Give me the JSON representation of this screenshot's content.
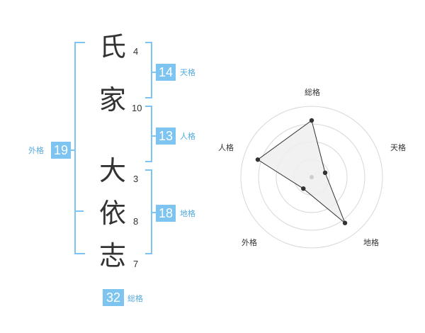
{
  "name": {
    "characters": [
      {
        "char": "氏",
        "strokes": "4"
      },
      {
        "char": "家",
        "strokes": "10"
      },
      {
        "char": "大",
        "strokes": "3"
      },
      {
        "char": "依",
        "strokes": "8"
      },
      {
        "char": "志",
        "strokes": "7"
      }
    ]
  },
  "fortunes": {
    "tenkaku": {
      "label": "天格",
      "value": "14"
    },
    "jinkaku": {
      "label": "人格",
      "value": "13"
    },
    "chikaku": {
      "label": "地格",
      "value": "18"
    },
    "gaikaku": {
      "label": "外格",
      "value": "19"
    },
    "soukaku": {
      "label": "総格",
      "value": "32"
    }
  },
  "radar": {
    "axes": [
      "総格",
      "天格",
      "地格",
      "外格",
      "人格"
    ],
    "levels": 4,
    "scores": [
      4,
      1,
      4,
      1,
      4
    ],
    "max": 5,
    "colors": {
      "grid": "#d8d8d8",
      "fill": "#eeeeee",
      "line": "#333333",
      "point": "#333333",
      "center": "#cccccc"
    }
  },
  "colors": {
    "bracket": "#7dc4f0",
    "badge": "#7dc4f0",
    "badge_label": "#55aadd",
    "text": "#333333"
  }
}
